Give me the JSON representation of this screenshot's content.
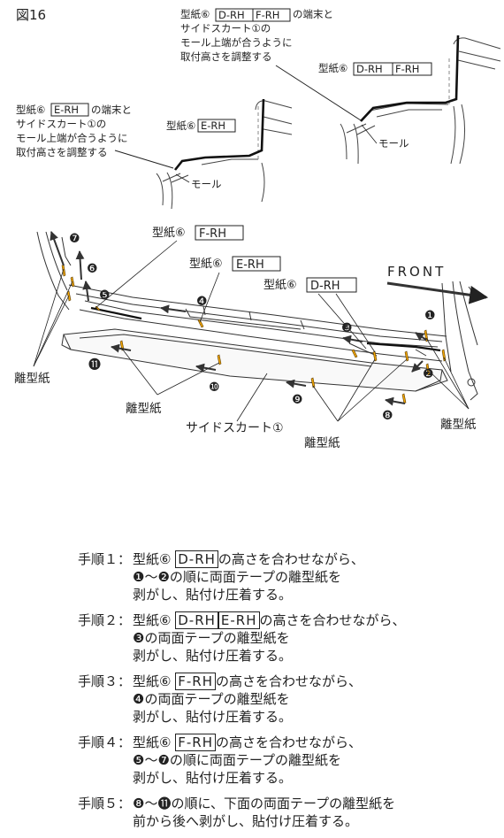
{
  "figure_title": "図16",
  "callout_top": [
    "型紙⑥",
    "D-RH",
    "F-RH",
    "の端末と",
    "サイドスカート①の",
    "モール上端が合うように",
    "取付高さを調整する"
  ],
  "callout_left": [
    "型紙⑥",
    "E-RH",
    "の端末と",
    "サイドスカート①の",
    "モール上端が合うように",
    "取付高さを調整する"
  ],
  "detail_right": {
    "tag_prefix": "型紙⑥",
    "codes": [
      "D-RH",
      "F-RH"
    ],
    "mall": "モール"
  },
  "detail_left": {
    "tag_prefix": "型紙⑥",
    "codes": [
      "E-RH"
    ],
    "mall": "モール"
  },
  "main": {
    "tag_prefix": "型紙⑥",
    "tags": [
      "F-RH",
      "E-RH",
      "D-RH"
    ],
    "front": "FRONT",
    "release_paper": "離型紙",
    "side_skirt": "サイドスカート①",
    "markers": [
      "❼",
      "❻",
      "❺",
      "❹",
      "❸",
      "❷",
      "❶",
      "⓫",
      "❿",
      "❾",
      "❽"
    ]
  },
  "steps": [
    {
      "head": "手順１：",
      "lines": [
        [
          "型紙⑥ ",
          "D-RH",
          "の高さを合わせながら、"
        ],
        "❶～❷の順に両面テープの離型紙を",
        "剥がし、貼付け圧着する。"
      ]
    },
    {
      "head": "手順２：",
      "lines": [
        [
          "型紙⑥ ",
          "D-RH",
          "E-RH",
          "の高さを合わせながら、"
        ],
        "❸の両面テープの離型紙を",
        "剥がし、貼付け圧着する。"
      ]
    },
    {
      "head": "手順３：",
      "lines": [
        [
          "型紙⑥ ",
          "F-RH",
          "の高さを合わせながら、"
        ],
        "❹の両面テープの離型紙を",
        "剥がし、貼付け圧着する。"
      ]
    },
    {
      "head": "手順４：",
      "lines": [
        [
          "型紙⑥ ",
          "F-RH",
          "の高さを合わせながら、"
        ],
        "❺～❼の順に両面テープの離型紙を",
        "剥がし、貼付け圧着する。"
      ]
    },
    {
      "head": "手順５：",
      "lines": [
        "❽～⓫の順に、下面の両面テープの離型紙を",
        "前から後へ剥がし、貼付け圧着する。"
      ]
    }
  ]
}
